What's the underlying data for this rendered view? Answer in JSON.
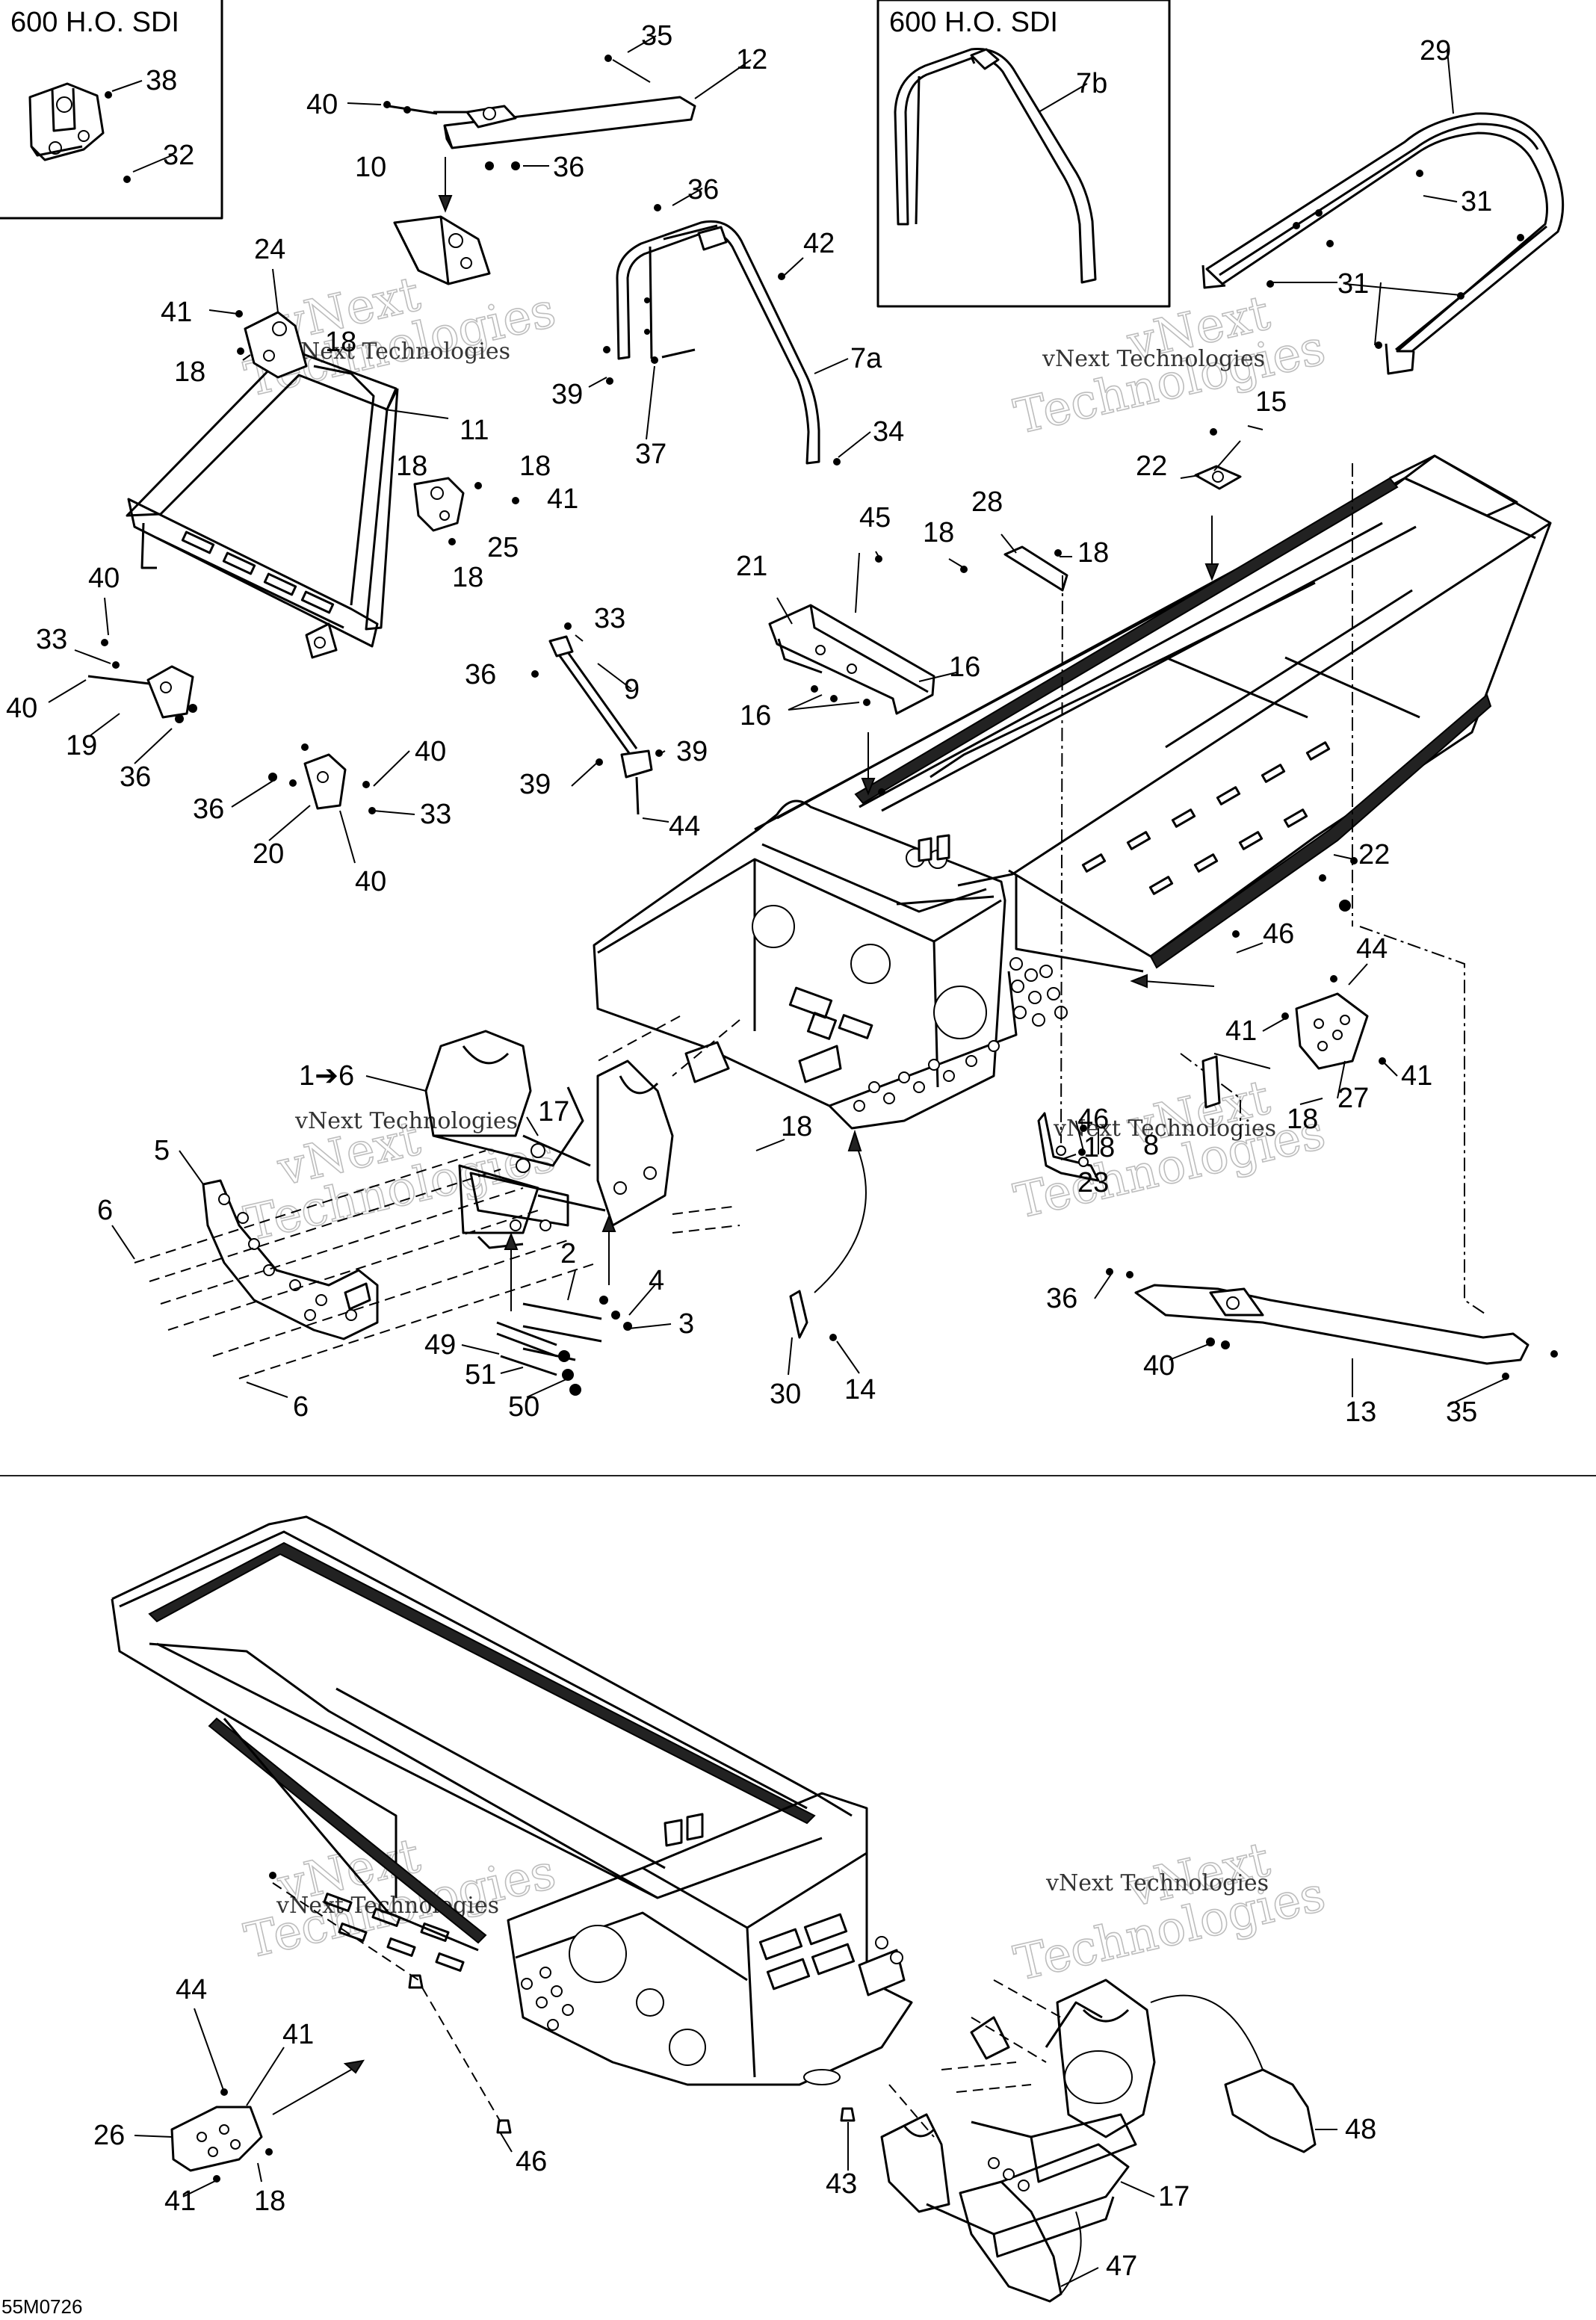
{
  "diagram": {
    "variant_boxes": [
      {
        "id": "box-left",
        "title": "600 H.O. SDI"
      },
      {
        "id": "box-right",
        "title": "600 H.O. SDI"
      }
    ],
    "callouts": [
      {
        "id": "c38",
        "text": "38"
      },
      {
        "id": "c32",
        "text": "32"
      },
      {
        "id": "c35a",
        "text": "35"
      },
      {
        "id": "c12",
        "text": "12"
      },
      {
        "id": "c40a",
        "text": "40"
      },
      {
        "id": "c36a",
        "text": "36"
      },
      {
        "id": "c10",
        "text": "10"
      },
      {
        "id": "c7b",
        "text": "7b"
      },
      {
        "id": "c29",
        "text": "29"
      },
      {
        "id": "c31a",
        "text": "31"
      },
      {
        "id": "c31b",
        "text": "31"
      },
      {
        "id": "c36b",
        "text": "36"
      },
      {
        "id": "c42",
        "text": "42"
      },
      {
        "id": "c7a",
        "text": "7a"
      },
      {
        "id": "c39a",
        "text": "39"
      },
      {
        "id": "c37",
        "text": "37"
      },
      {
        "id": "c34",
        "text": "34"
      },
      {
        "id": "c24",
        "text": "24"
      },
      {
        "id": "c41a",
        "text": "41"
      },
      {
        "id": "c18a",
        "text": "18"
      },
      {
        "id": "c18b",
        "text": "18"
      },
      {
        "id": "c11",
        "text": "11"
      },
      {
        "id": "c18c",
        "text": "18"
      },
      {
        "id": "c18d",
        "text": "18"
      },
      {
        "id": "c41b",
        "text": "41"
      },
      {
        "id": "c25",
        "text": "25"
      },
      {
        "id": "c18e",
        "text": "18"
      },
      {
        "id": "c15",
        "text": "15"
      },
      {
        "id": "c22a",
        "text": "22"
      },
      {
        "id": "c45",
        "text": "45"
      },
      {
        "id": "c28",
        "text": "28"
      },
      {
        "id": "c18f",
        "text": "18"
      },
      {
        "id": "c18g",
        "text": "18"
      },
      {
        "id": "c21",
        "text": "21"
      },
      {
        "id": "c40b",
        "text": "40"
      },
      {
        "id": "c33a",
        "text": "33"
      },
      {
        "id": "c40c",
        "text": "40"
      },
      {
        "id": "c19",
        "text": "19"
      },
      {
        "id": "c36c",
        "text": "36"
      },
      {
        "id": "c33b",
        "text": "33"
      },
      {
        "id": "c36d",
        "text": "36"
      },
      {
        "id": "c9",
        "text": "9"
      },
      {
        "id": "c16a",
        "text": "16"
      },
      {
        "id": "c16b",
        "text": "16"
      },
      {
        "id": "c39b",
        "text": "39"
      },
      {
        "id": "c39c",
        "text": "39"
      },
      {
        "id": "c44a",
        "text": "44"
      },
      {
        "id": "c40d",
        "text": "40"
      },
      {
        "id": "c36e",
        "text": "36"
      },
      {
        "id": "c33c",
        "text": "33"
      },
      {
        "id": "c20",
        "text": "20"
      },
      {
        "id": "c40e",
        "text": "40"
      },
      {
        "id": "c22b",
        "text": "22"
      },
      {
        "id": "c46a",
        "text": "46"
      },
      {
        "id": "c44b",
        "text": "44"
      },
      {
        "id": "c41c",
        "text": "41"
      },
      {
        "id": "c41d",
        "text": "41"
      },
      {
        "id": "c27",
        "text": "27"
      },
      {
        "id": "c18h",
        "text": "18"
      },
      {
        "id": "c1to6",
        "text": "1➔6"
      },
      {
        "id": "c17a",
        "text": "17"
      },
      {
        "id": "c46b",
        "text": "46"
      },
      {
        "id": "c18i",
        "text": "18"
      },
      {
        "id": "c8",
        "text": "8"
      },
      {
        "id": "c23",
        "text": "23"
      },
      {
        "id": "c5",
        "text": "5"
      },
      {
        "id": "c6a",
        "text": "6"
      },
      {
        "id": "c18j",
        "text": "18"
      },
      {
        "id": "c2",
        "text": "2"
      },
      {
        "id": "c4",
        "text": "4"
      },
      {
        "id": "c3",
        "text": "3"
      },
      {
        "id": "c49",
        "text": "49"
      },
      {
        "id": "c51",
        "text": "51"
      },
      {
        "id": "c50",
        "text": "50"
      },
      {
        "id": "c6b",
        "text": "6"
      },
      {
        "id": "c30",
        "text": "30"
      },
      {
        "id": "c14",
        "text": "14"
      },
      {
        "id": "c36f",
        "text": "36"
      },
      {
        "id": "c40f",
        "text": "40"
      },
      {
        "id": "c13",
        "text": "13"
      },
      {
        "id": "c35b",
        "text": "35"
      },
      {
        "id": "c44c",
        "text": "44"
      },
      {
        "id": "c41e",
        "text": "41"
      },
      {
        "id": "c26",
        "text": "26"
      },
      {
        "id": "c41f",
        "text": "41"
      },
      {
        "id": "c18k",
        "text": "18"
      },
      {
        "id": "c46c",
        "text": "46"
      },
      {
        "id": "c43",
        "text": "43"
      },
      {
        "id": "c17b",
        "text": "17"
      },
      {
        "id": "c48",
        "text": "48"
      },
      {
        "id": "c47",
        "text": "47"
      }
    ],
    "watermark": {
      "line1": "vNext",
      "line2": "Technologies",
      "small": "vNext Technologies"
    },
    "figure_code": "55M0726"
  }
}
